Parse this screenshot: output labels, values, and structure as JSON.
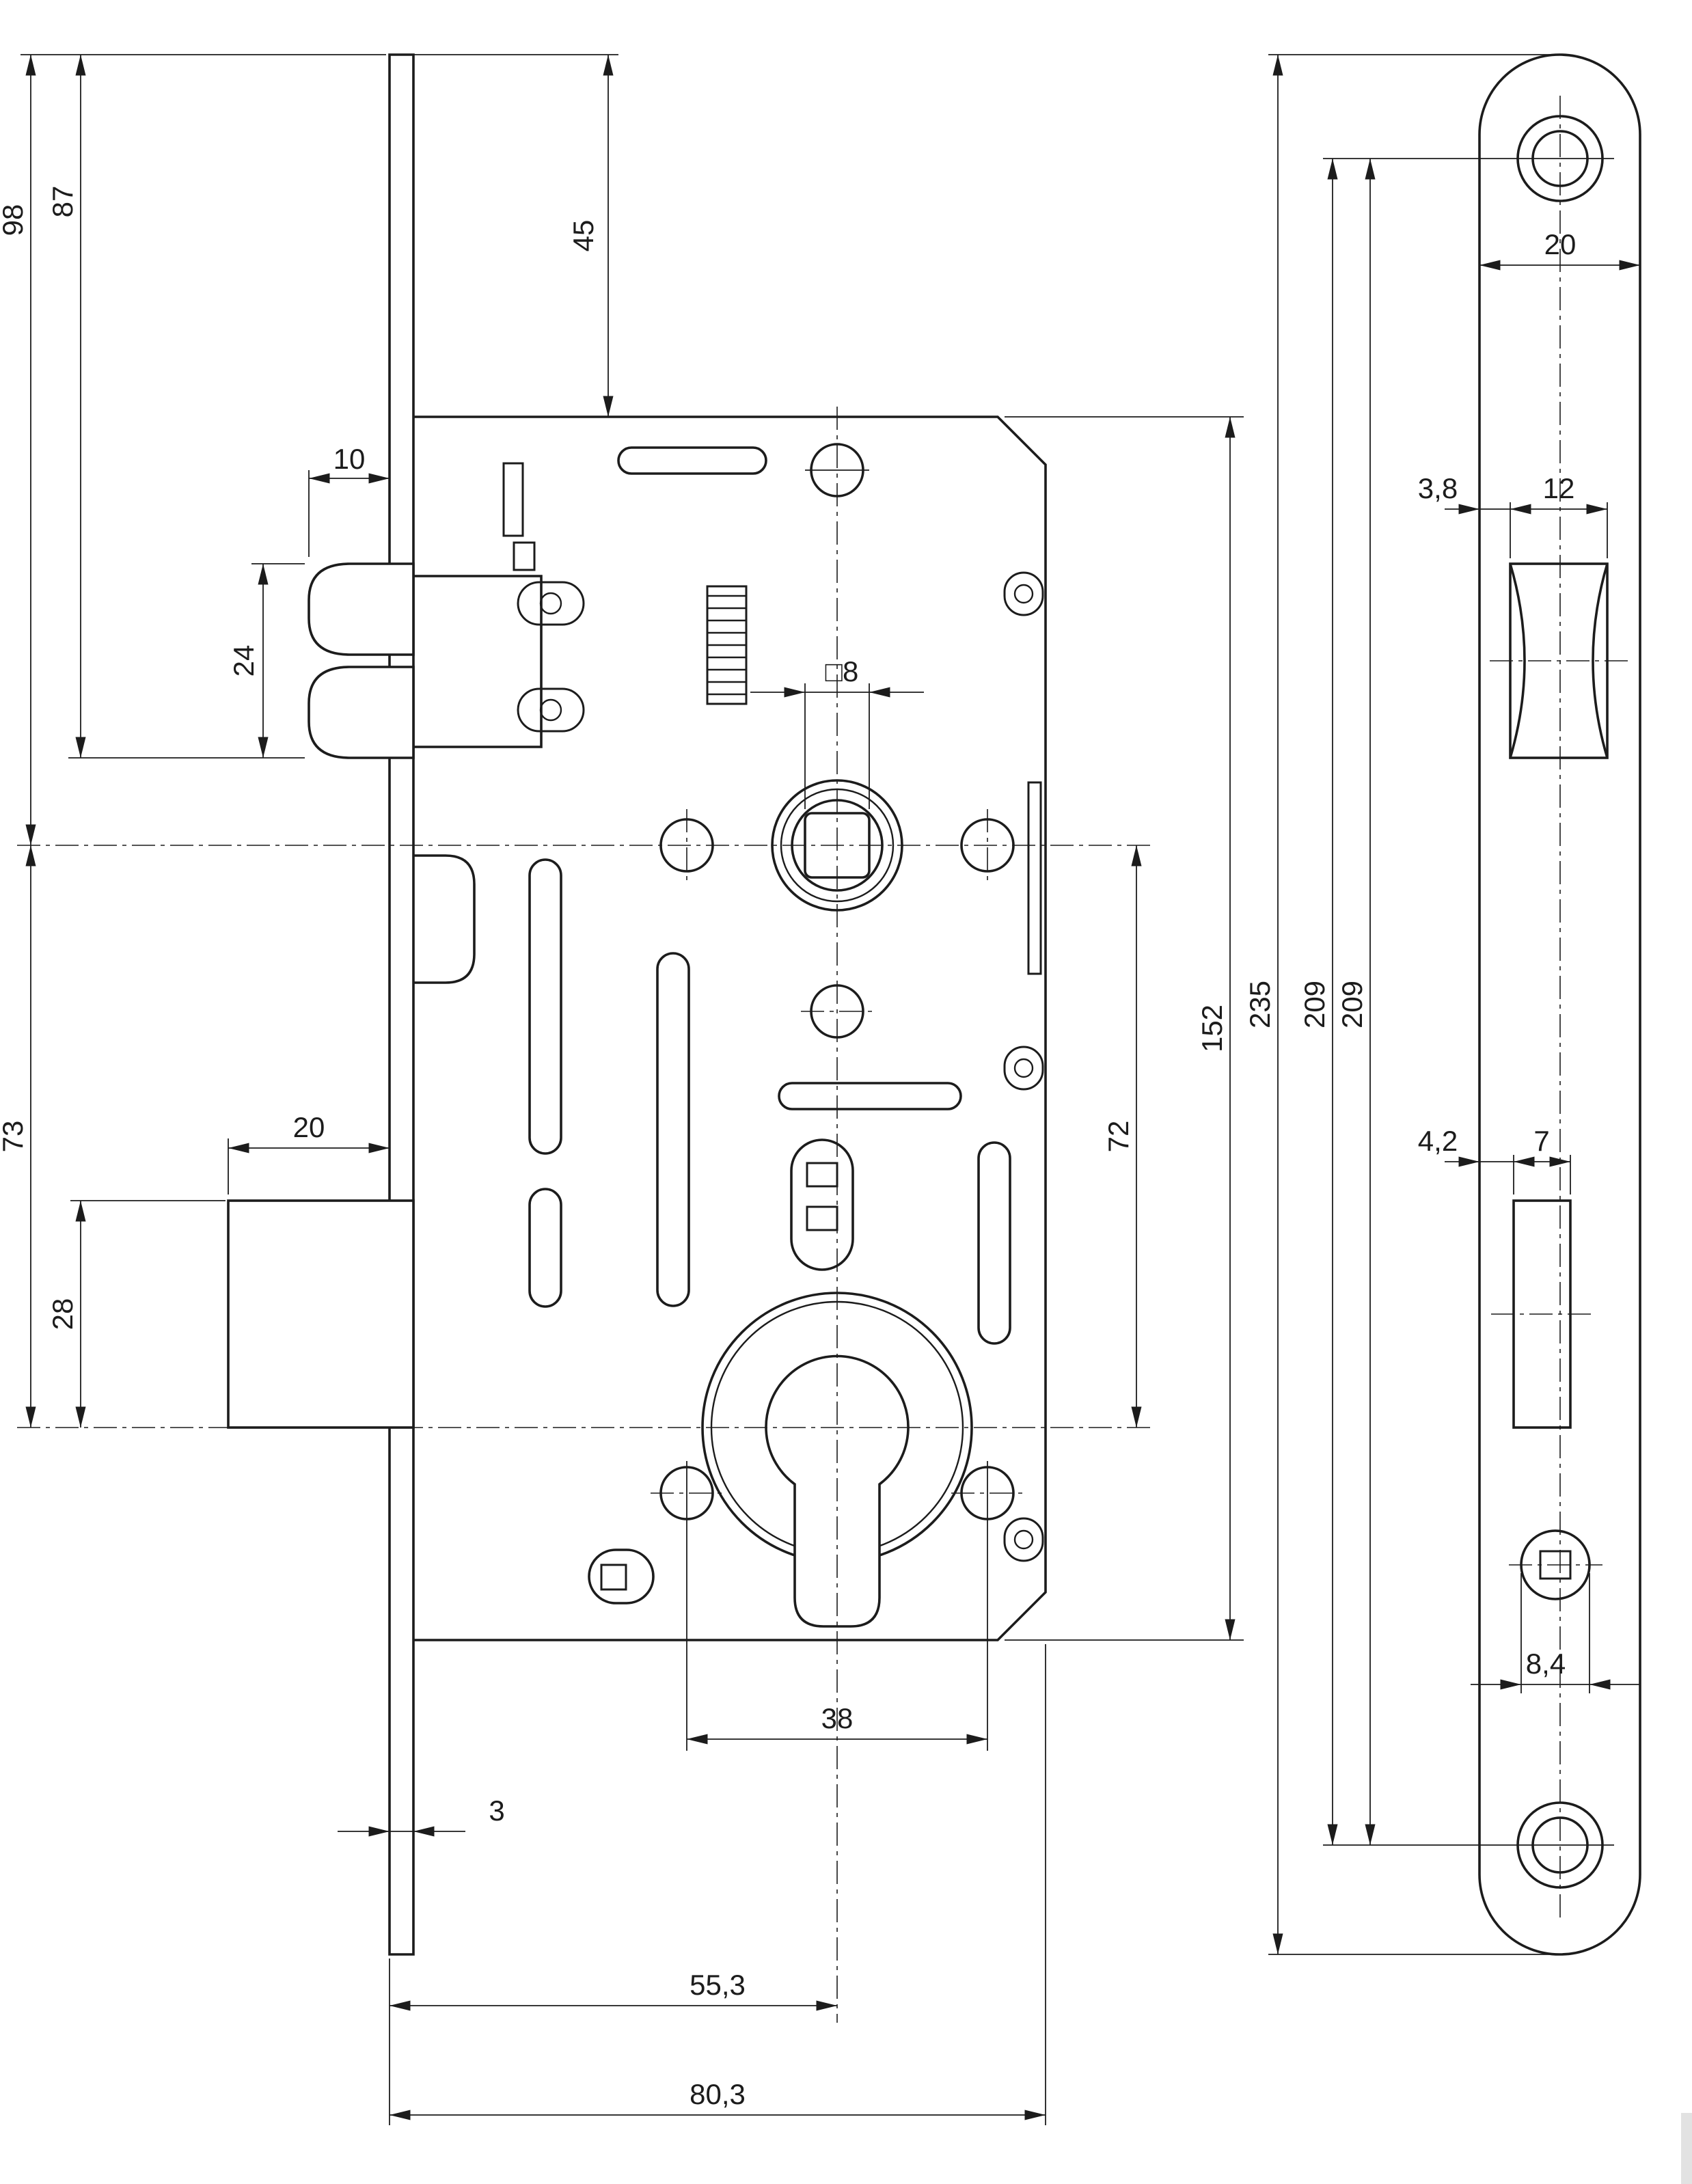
{
  "title": "Mortise lock dimensional drawing",
  "colors": {
    "line": "#1c1c1c",
    "background": "#ffffff"
  },
  "lock_body_view": {
    "dims": {
      "top_to_case": "45",
      "top_to_latch_bottom": "87",
      "top_to_follower_axis": "98",
      "latch_projection": "10",
      "latch_height": "24",
      "follower_to_cylinder_left": "73",
      "bolt_projection": "20",
      "bolt_height": "28",
      "plate_thickness": "3",
      "backset": "55,3",
      "case_depth": "80,3",
      "case_height": "152",
      "centers_distance": "72",
      "flank_hole_spacing": "38",
      "follower_square": "□8"
    }
  },
  "faceplate_view": {
    "dims": {
      "plate_width": "20",
      "latch_inset": "3,8",
      "latch_width": "12",
      "bolt_inset": "4,2",
      "bolt_width": "7",
      "hole_diameter": "8,4",
      "plate_length": "235",
      "screw_centers": "209",
      "screw_centers_2": "209"
    }
  }
}
